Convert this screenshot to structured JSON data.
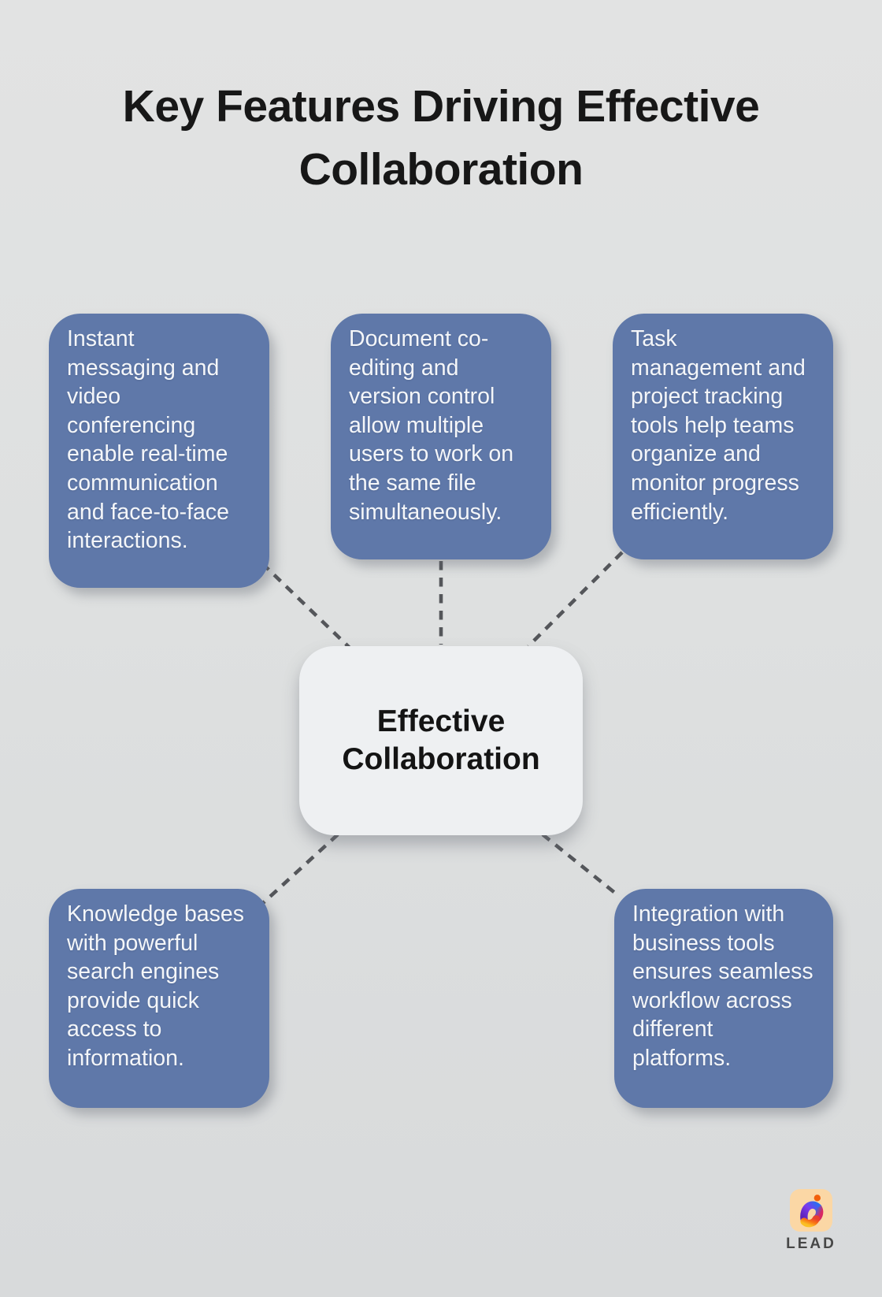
{
  "page": {
    "title": "Key Features Driving Effective\nCollaboration"
  },
  "diagram": {
    "center": {
      "label": "Effective\nCollaboration"
    },
    "nodes": [
      {
        "id": "instant-messaging",
        "text": "Instant\nmessaging and\nvideo\nconferencing\nenable real-time\ncommunication\nand face-to-face\ninteractions."
      },
      {
        "id": "document-coediting",
        "text": "Document co-\nediting and\nversion control\nallow multiple\nusers to work on\nthe same file\nsimultaneously."
      },
      {
        "id": "task-management",
        "text": "Task\nmanagement and\nproject tracking\ntools help teams\norganize and\nmonitor progress\nefficiently."
      },
      {
        "id": "knowledge-bases",
        "text": "Knowledge bases\nwith powerful\nsearch engines\nprovide quick\naccess to\ninformation."
      },
      {
        "id": "integration",
        "text": "Integration with\nbusiness tools\nensures seamless\nworkflow across\ndifferent\nplatforms."
      }
    ],
    "colors": {
      "background": "#dfe1e1",
      "node_bg": "#5f78a9",
      "node_text": "#f4f6f9",
      "center_bg": "#eef0f2",
      "center_text": "#141414",
      "connector": "#54565a"
    }
  },
  "footer": {
    "brand": "LEAD",
    "logo_bg": "#fbd7a5",
    "logo_dot_color": "#f2600c"
  }
}
